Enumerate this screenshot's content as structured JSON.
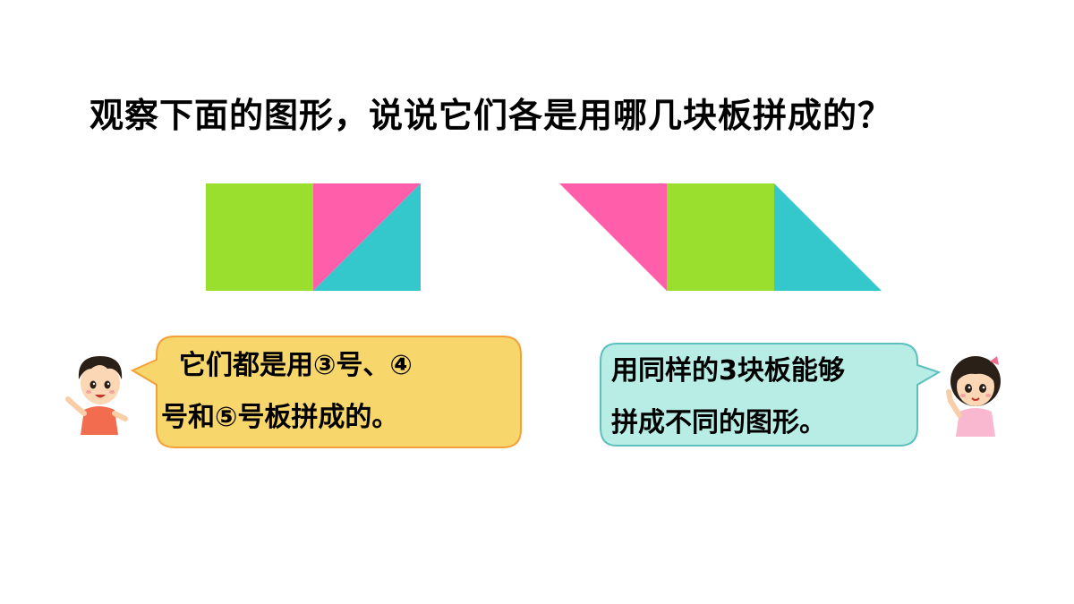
{
  "title": "观察下面的图形，说说它们各是用哪几块板拼成的？",
  "colors": {
    "green": "#9ADE2E",
    "pink": "#FF5FAA",
    "teal": "#34C8CC",
    "left_bubble_fill": "#F7D66B",
    "left_bubble_stroke": "#F3A03A",
    "right_bubble_fill": "#B8EDE6",
    "right_bubble_stroke": "#5CC0BE"
  },
  "left_bubble": {
    "line1": "它们都是用③号、④",
    "line2": "号和⑤号板拼成的。"
  },
  "right_bubble": {
    "line1": "用同样的3块板能够",
    "line2": "拼成不同的图形。"
  },
  "characters": {
    "left": "boy",
    "right": "girl"
  }
}
